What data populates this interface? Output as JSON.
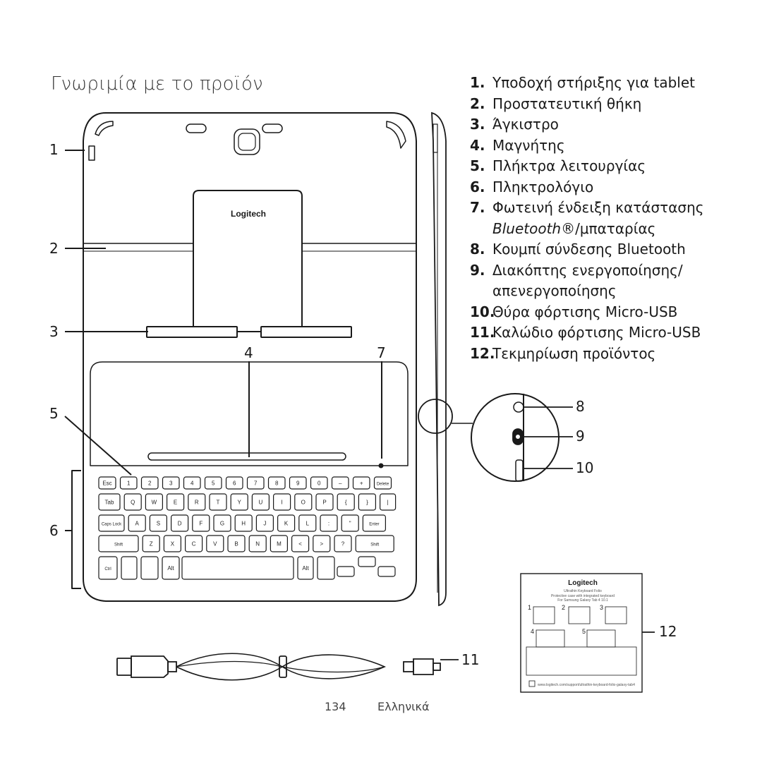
{
  "page": {
    "title": "Γνωριμία με το προϊόν",
    "page_number": "134",
    "language": "Ελληνικά"
  },
  "parts": [
    {
      "num": "1.",
      "text": "Υποδοχή στήριξης για tablet"
    },
    {
      "num": "2.",
      "text": "Προστατευτική θήκη"
    },
    {
      "num": "3.",
      "text": "Άγκιστρο"
    },
    {
      "num": "4.",
      "text": "Μαγνήτης"
    },
    {
      "num": "5.",
      "text": "Πλήκτρα λειτουργίας"
    },
    {
      "num": "6.",
      "text": "Πληκτρολόγιο"
    },
    {
      "num": "7.",
      "text": "Φωτεινή ένδειξη κατάστασης",
      "text2_italic": "Bluetooth",
      "text2_rest": "®/μπαταρίας"
    },
    {
      "num": "8.",
      "text": "Κουμπί σύνδεσης Bluetooth"
    },
    {
      "num": "9.",
      "text": "Διακόπτης ενεργοποίησης/",
      "text2": "απενεργοποίησης"
    },
    {
      "num": "10.",
      "text": "Θύρα φόρτισης Micro-USB"
    },
    {
      "num": "11.",
      "text": "Καλώδιο φόρτισης Micro-USB"
    },
    {
      "num": "12.",
      "text": "Τεκμηρίωση προϊόντος"
    }
  ],
  "callouts": {
    "c1": "1",
    "c2": "2",
    "c3": "3",
    "c4": "4",
    "c5": "5",
    "c6": "6",
    "c7": "7",
    "c8": "8",
    "c9": "9",
    "c10": "10",
    "c11": "11",
    "c12": "12"
  },
  "device": {
    "brand": "Logitech"
  },
  "keyboard": {
    "row0": [
      "Esc",
      "1",
      "2",
      "3",
      "4",
      "5",
      "6",
      "7",
      "8",
      "9",
      "0",
      "–",
      "+",
      "Delete"
    ],
    "row1": [
      "Tab",
      "Q",
      "W",
      "E",
      "R",
      "T",
      "Y",
      "U",
      "I",
      "O",
      "P",
      "{",
      "}",
      "|"
    ],
    "row2": [
      "Caps Lock",
      "A",
      "S",
      "D",
      "F",
      "G",
      "H",
      "J",
      "K",
      "L",
      ":",
      "\"",
      "Enter"
    ],
    "row3": [
      "Shift",
      "Z",
      "X",
      "C",
      "V",
      "B",
      "N",
      "M",
      "<",
      ">",
      "?",
      "Shift"
    ],
    "row4": [
      "Ctrl",
      "",
      "",
      "Alt",
      "",
      "Alt",
      "",
      "",
      "",
      ""
    ]
  },
  "manual": {
    "brand": "Logitech",
    "title": "Ultrathin Keyboard Folio",
    "subtitle": "Protective case with integrated keyboard",
    "subtitle2": "For Samsung Galaxy Tab 4 10.1",
    "steps": [
      "1",
      "2",
      "3",
      "4",
      "5"
    ],
    "url": "www.logitech.com/support/ultrathin-keyboard-folio-galaxy-tab4"
  }
}
